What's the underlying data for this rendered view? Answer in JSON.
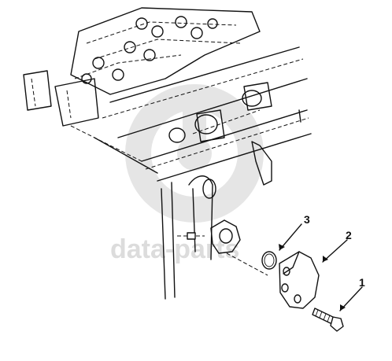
{
  "diagram": {
    "callouts": [
      {
        "id": "callout-1",
        "label": "1"
      },
      {
        "id": "callout-2",
        "label": "2"
      },
      {
        "id": "callout-3",
        "label": "3"
      }
    ]
  },
  "watermark": {
    "text": "data-parts",
    "color": "#d9d9d9"
  }
}
